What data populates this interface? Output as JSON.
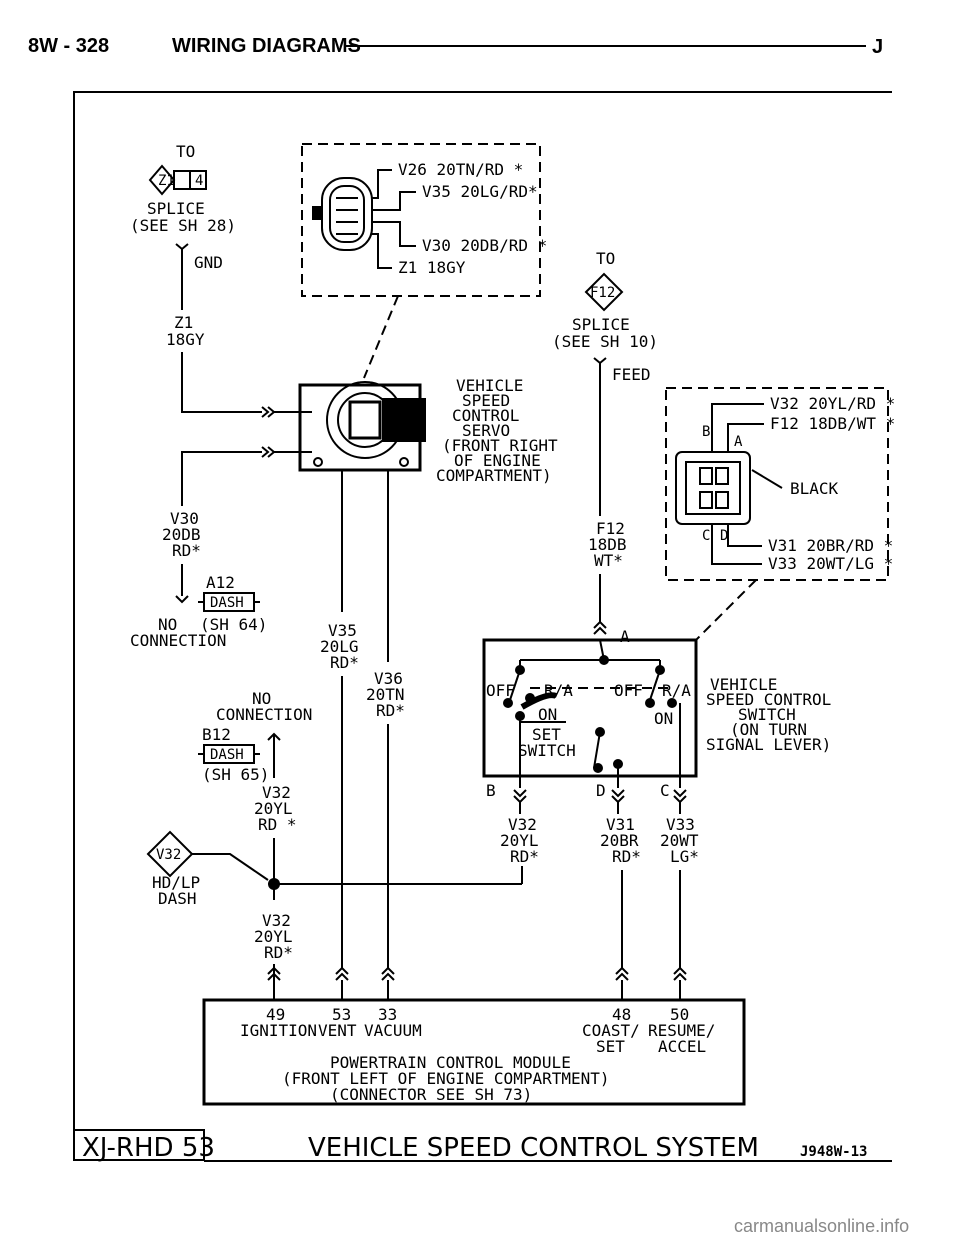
{
  "header": {
    "page": "8W - 328",
    "title": "WIRING DIAGRAMS",
    "model": "J"
  },
  "footer": {
    "code": "XJ-RHD 53",
    "system": "VEHICLE SPEED CONTROL SYSTEM",
    "figure": "J948W-13"
  },
  "watermark": "carmanualsonline.info",
  "splice_z1": {
    "to": "TO",
    "id": "Z1",
    "num": "4",
    "label": "SPLICE",
    "ref": "(SEE SH 28)",
    "gnd": "GND",
    "wire_code": "Z1",
    "wire_spec": "18GY"
  },
  "servo_connector": {
    "w1": "V26 20TN/RD *",
    "w2": "V35 20LG/RD*",
    "w3": "V30 20DB/RD *",
    "w4": "Z1 18GY"
  },
  "servo": {
    "l1": "VEHICLE",
    "l2": "SPEED",
    "l3": "CONTROL",
    "l4": "SERVO",
    "l5": "(FRONT RIGHT",
    "l6": "OF ENGINE",
    "l7": "COMPARTMENT)"
  },
  "v30": {
    "code": "V30",
    "spec": "20DB",
    "color": "RD*",
    "conn_id": "A12",
    "dash": "DASH",
    "no": "NO",
    "sheet": "(SH 64)",
    "connection": "CONNECTION"
  },
  "v35": {
    "code": "V35",
    "spec": "20LG",
    "color": "RD*"
  },
  "v36": {
    "code": "V36",
    "spec": "20TN",
    "color": "RD*"
  },
  "b12": {
    "no": "NO",
    "connection": "CONNECTION",
    "conn_id": "B12",
    "dash": "DASH",
    "sheet": "(SH 65)"
  },
  "v32_left": {
    "code": "V32",
    "spec": "20YL",
    "color": "RD *",
    "splice_id": "V32",
    "splice_l1": "HD/LP",
    "splice_l2": "DASH",
    "code2": "V32",
    "spec2": "20YL",
    "color2": "RD*"
  },
  "splice_f12": {
    "to": "TO",
    "id": "F12",
    "label": "SPLICE",
    "ref": "(SEE SH 10)",
    "feed": "FEED",
    "code": "F12",
    "spec": "18DB",
    "color": "WT*"
  },
  "switch_connector": {
    "w1": "V32 20YL/RD *",
    "w2": "F12 18DB/WT *",
    "housing": "BLACK",
    "w3": "V31 20BR/RD *",
    "w4": "V33 20WT/LG *",
    "pin_b": "B",
    "pin_a": "A",
    "pin_c": "C",
    "pin_d": "D"
  },
  "switch": {
    "pin_a": "A",
    "pin_b": "B",
    "pin_c": "C",
    "pin_d": "D",
    "off1": "OFF",
    "ra1": "R/A",
    "off2": "OFF",
    "ra2": "R/A",
    "on1": "ON",
    "on2": "ON",
    "set": "SET",
    "switch_word": "SWITCH",
    "l1": "VEHICLE",
    "l2": "SPEED CONTROL",
    "l3": "SWITCH",
    "l4": "(ON TURN",
    "l5": "SIGNAL LEVER)"
  },
  "v32_sw": {
    "code": "V32",
    "spec": "20YL",
    "color": "RD*"
  },
  "v31": {
    "code": "V31",
    "spec": "20BR",
    "color": "RD*"
  },
  "v33": {
    "code": "V33",
    "spec": "20WT",
    "color": "LG*"
  },
  "pcm": {
    "p49": "49",
    "p53": "53",
    "p33": "33",
    "p48": "48",
    "p50": "50",
    "ignition": "IGNITION",
    "vent": "VENT",
    "vacuum": "VACUUM",
    "coast": "COAST/",
    "set": "SET",
    "resume": "RESUME/",
    "accel": "ACCEL",
    "l1": "POWERTRAIN CONTROL MODULE",
    "l2": "(FRONT LEFT OF ENGINE COMPARTMENT)",
    "l3": "(CONNECTOR SEE SH 73)"
  }
}
